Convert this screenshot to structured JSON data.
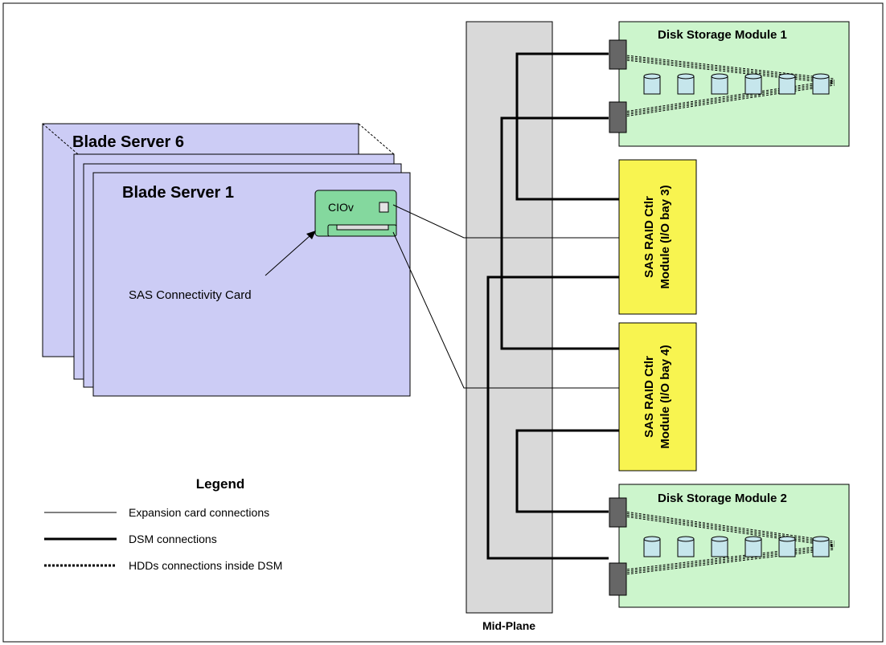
{
  "blade_servers": {
    "back_label": "Blade Server 6",
    "front_label": "Blade Server 1",
    "card_label": "CIOv"
  },
  "callout": "SAS Connectivity Card",
  "midplane_label": "Mid-Plane",
  "dsm": [
    {
      "label": "Disk Storage Module 1"
    },
    {
      "label": "Disk Storage Module 2"
    }
  ],
  "raid": [
    {
      "line1": "SAS RAID Ctlr",
      "line2": "Module (I/O bay 3)"
    },
    {
      "line1": "SAS RAID Ctlr",
      "line2": "Module (I/O bay 4)"
    }
  ],
  "legend": {
    "title": "Legend",
    "items": [
      {
        "label": "Expansion card connections",
        "style": "thin"
      },
      {
        "label": "DSM connections",
        "style": "thick"
      },
      {
        "label": "HDDs connections inside DSM",
        "style": "dashed"
      }
    ]
  },
  "colors": {
    "blade_fill": "#ccccf5",
    "dsm_fill": "#ccf5cc",
    "raid_fill": "#f8f450",
    "midplane_fill": "#d9d9d9",
    "ciov_fill": "#84d89e",
    "disk_fill": "#c6e6ec"
  }
}
